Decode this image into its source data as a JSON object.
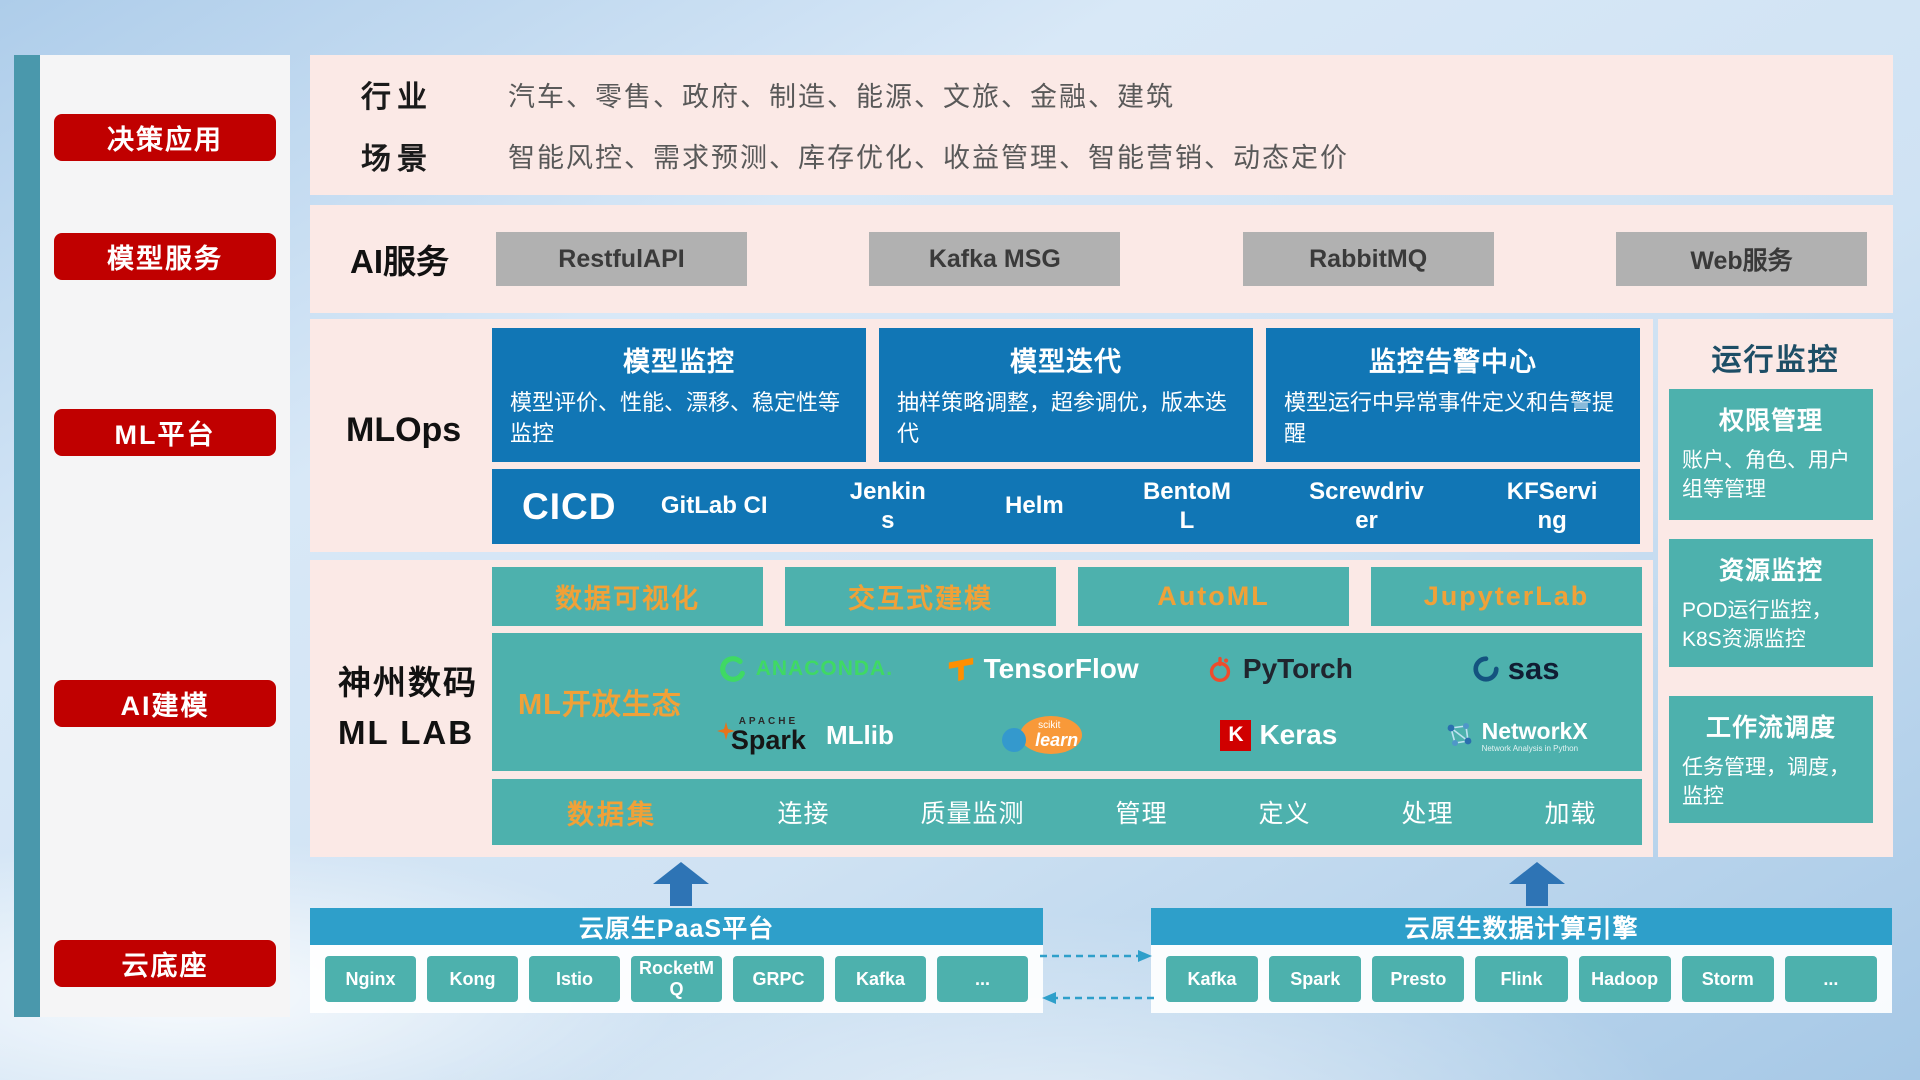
{
  "sidebar": {
    "items": [
      {
        "label": "决策应用"
      },
      {
        "label": "模型服务"
      },
      {
        "label": "ML平台"
      },
      {
        "label": "AI建模"
      },
      {
        "label": "云底座"
      }
    ]
  },
  "apps": {
    "industry_label": "行业",
    "industry_text": "汽车、零售、政府、制造、能源、文旅、金融、建筑",
    "scene_label": "场景",
    "scene_text": "智能风控、需求预测、库存优化、收益管理、智能营销、动态定价"
  },
  "services": {
    "label": "AI服务",
    "items": [
      "RestfulAPI",
      "Kafka MSG",
      "RabbitMQ",
      "Web服务"
    ]
  },
  "mlops": {
    "label": "MLOps",
    "cards": [
      {
        "title": "模型监控",
        "desc": "模型评价、性能、漂移、稳定性等监控"
      },
      {
        "title": "模型迭代",
        "desc": "抽样策略调整，超参调优，版本迭代"
      },
      {
        "title": "监控告警中心",
        "desc": "模型运行中异常事件定义和告警提醒"
      }
    ],
    "cicd_label": "CICD",
    "cicd_items": [
      "GitLab CI",
      "Jenkins",
      "Helm",
      "BentoML",
      "Screwdriver",
      "KFServing"
    ]
  },
  "monitoring": {
    "title": "运行监控",
    "cards": [
      {
        "title": "权限管理",
        "desc": "账户、角色、用户组等管理"
      },
      {
        "title": "资源监控",
        "desc": "POD运行监控，K8S资源监控"
      },
      {
        "title": "工作流调度",
        "desc": "任务管理，调度，监控"
      }
    ]
  },
  "mllab": {
    "label_line1": "神州数码",
    "label_line2": "ML LAB",
    "tools": [
      "数据可视化",
      "交互式建模",
      "AutoML",
      "JupyterLab"
    ],
    "ecosystem_label": "ML开放生态",
    "logos": [
      {
        "name": "anaconda",
        "text": "ANACONDA."
      },
      {
        "name": "tensorflow",
        "text": "TensorFlow"
      },
      {
        "name": "pytorch",
        "text": "PyTorch"
      },
      {
        "name": "sas",
        "text": "sas"
      },
      {
        "name": "spark",
        "prefix": "APACHE",
        "text": "Spark",
        "suffix": "MLlib"
      },
      {
        "name": "scikit-learn",
        "prefix": "scikit",
        "text": "learn"
      },
      {
        "name": "keras",
        "prefix": "K",
        "text": "Keras"
      },
      {
        "name": "networkx",
        "text": "NetworkX",
        "suffix": "Network Analysis in Python"
      }
    ],
    "dataset_label": "数据集",
    "dataset_items": [
      "连接",
      "质量监测",
      "管理",
      "定义",
      "处理",
      "加载"
    ]
  },
  "platforms": {
    "paas": {
      "title": "云原生PaaS平台",
      "items": [
        "Nginx",
        "Kong",
        "Istio",
        "RocketMQ",
        "GRPC",
        "Kafka",
        "..."
      ]
    },
    "engine": {
      "title": "云原生数据计算引擎",
      "items": [
        "Kafka",
        "Spark",
        "Presto",
        "Flink",
        "Hadoop",
        "Storm",
        "..."
      ]
    }
  },
  "colors": {
    "red": "#c00000",
    "blue": "#1176b5",
    "teal": "#4db1ad",
    "cyan": "#2e9fca",
    "orange": "#f0a138",
    "pink_panel": "#fbe9e6",
    "arrow_blue": "#2e74b5"
  }
}
